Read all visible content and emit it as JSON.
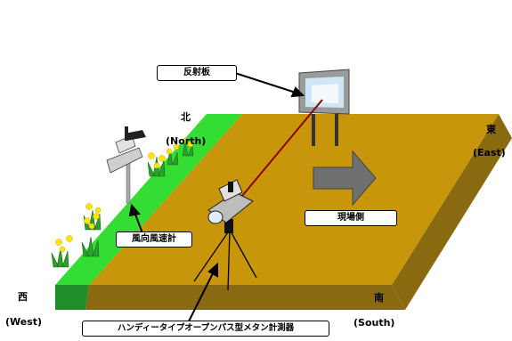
{
  "labels": {
    "reflector": "反射板",
    "north_jp": "北",
    "north_en": "(North)",
    "east_jp": "東",
    "east_en": "(East)",
    "site_side": "現場側",
    "anemometer": "風向風速計",
    "west_jp": "西",
    "west_en": "(West)",
    "south_jp": "南",
    "south_en": "(South)",
    "meter": "ハンディータイプオープンパス型メタン計測器"
  },
  "colors": {
    "field": "#c8960a",
    "field_side": "#8a6a10",
    "grass": "#33dd33",
    "grass_side": "#1f8f2a",
    "laser": "#8b0010",
    "arrow": "#6f6f6f"
  }
}
